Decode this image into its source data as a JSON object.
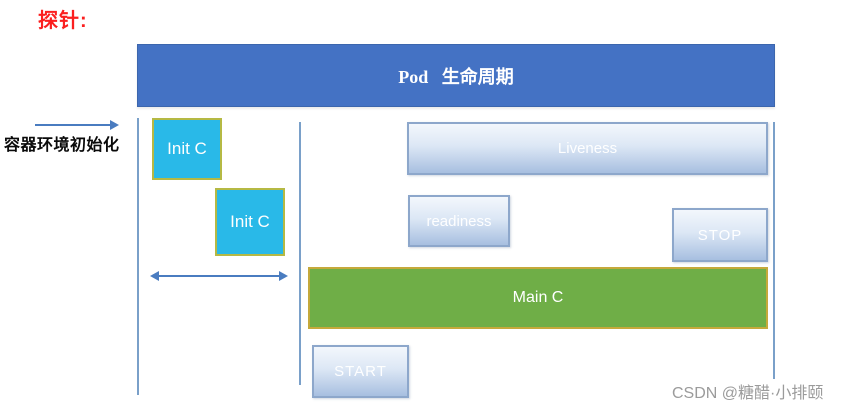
{
  "page": {
    "title": "探针:",
    "watermark": "CSDN @糖醋·小排颐"
  },
  "diagram": {
    "header": "Pod   生命周期",
    "left_label": "容器环境初始化",
    "boxes": {
      "init_container_1": "Init C",
      "init_container_2": "Init C",
      "liveness": "Liveness",
      "readiness": "readiness",
      "stop": "STOP",
      "main_container": "Main C",
      "start": "START"
    },
    "icons": {
      "init_phase_arrow": "right-arrow-icon",
      "init_duration_arrow": "double-headed-arrow-icon"
    },
    "colors": {
      "title_red": "#fb1f1f",
      "header_blue": "#4472c4",
      "init_cyan": "#29b9e8",
      "init_border_olive": "#b5b944",
      "probe_gradient_top": "#f3f7fc",
      "probe_gradient_bottom": "#a7bfe0",
      "probe_border": "#8da7cb",
      "main_green": "#6fae47",
      "main_border_gold": "#c5a93b",
      "timeline_line_blue": "#7aa0c9",
      "arrow_blue": "#4a7cc0",
      "watermark_gray": "#9b9b9b"
    }
  }
}
